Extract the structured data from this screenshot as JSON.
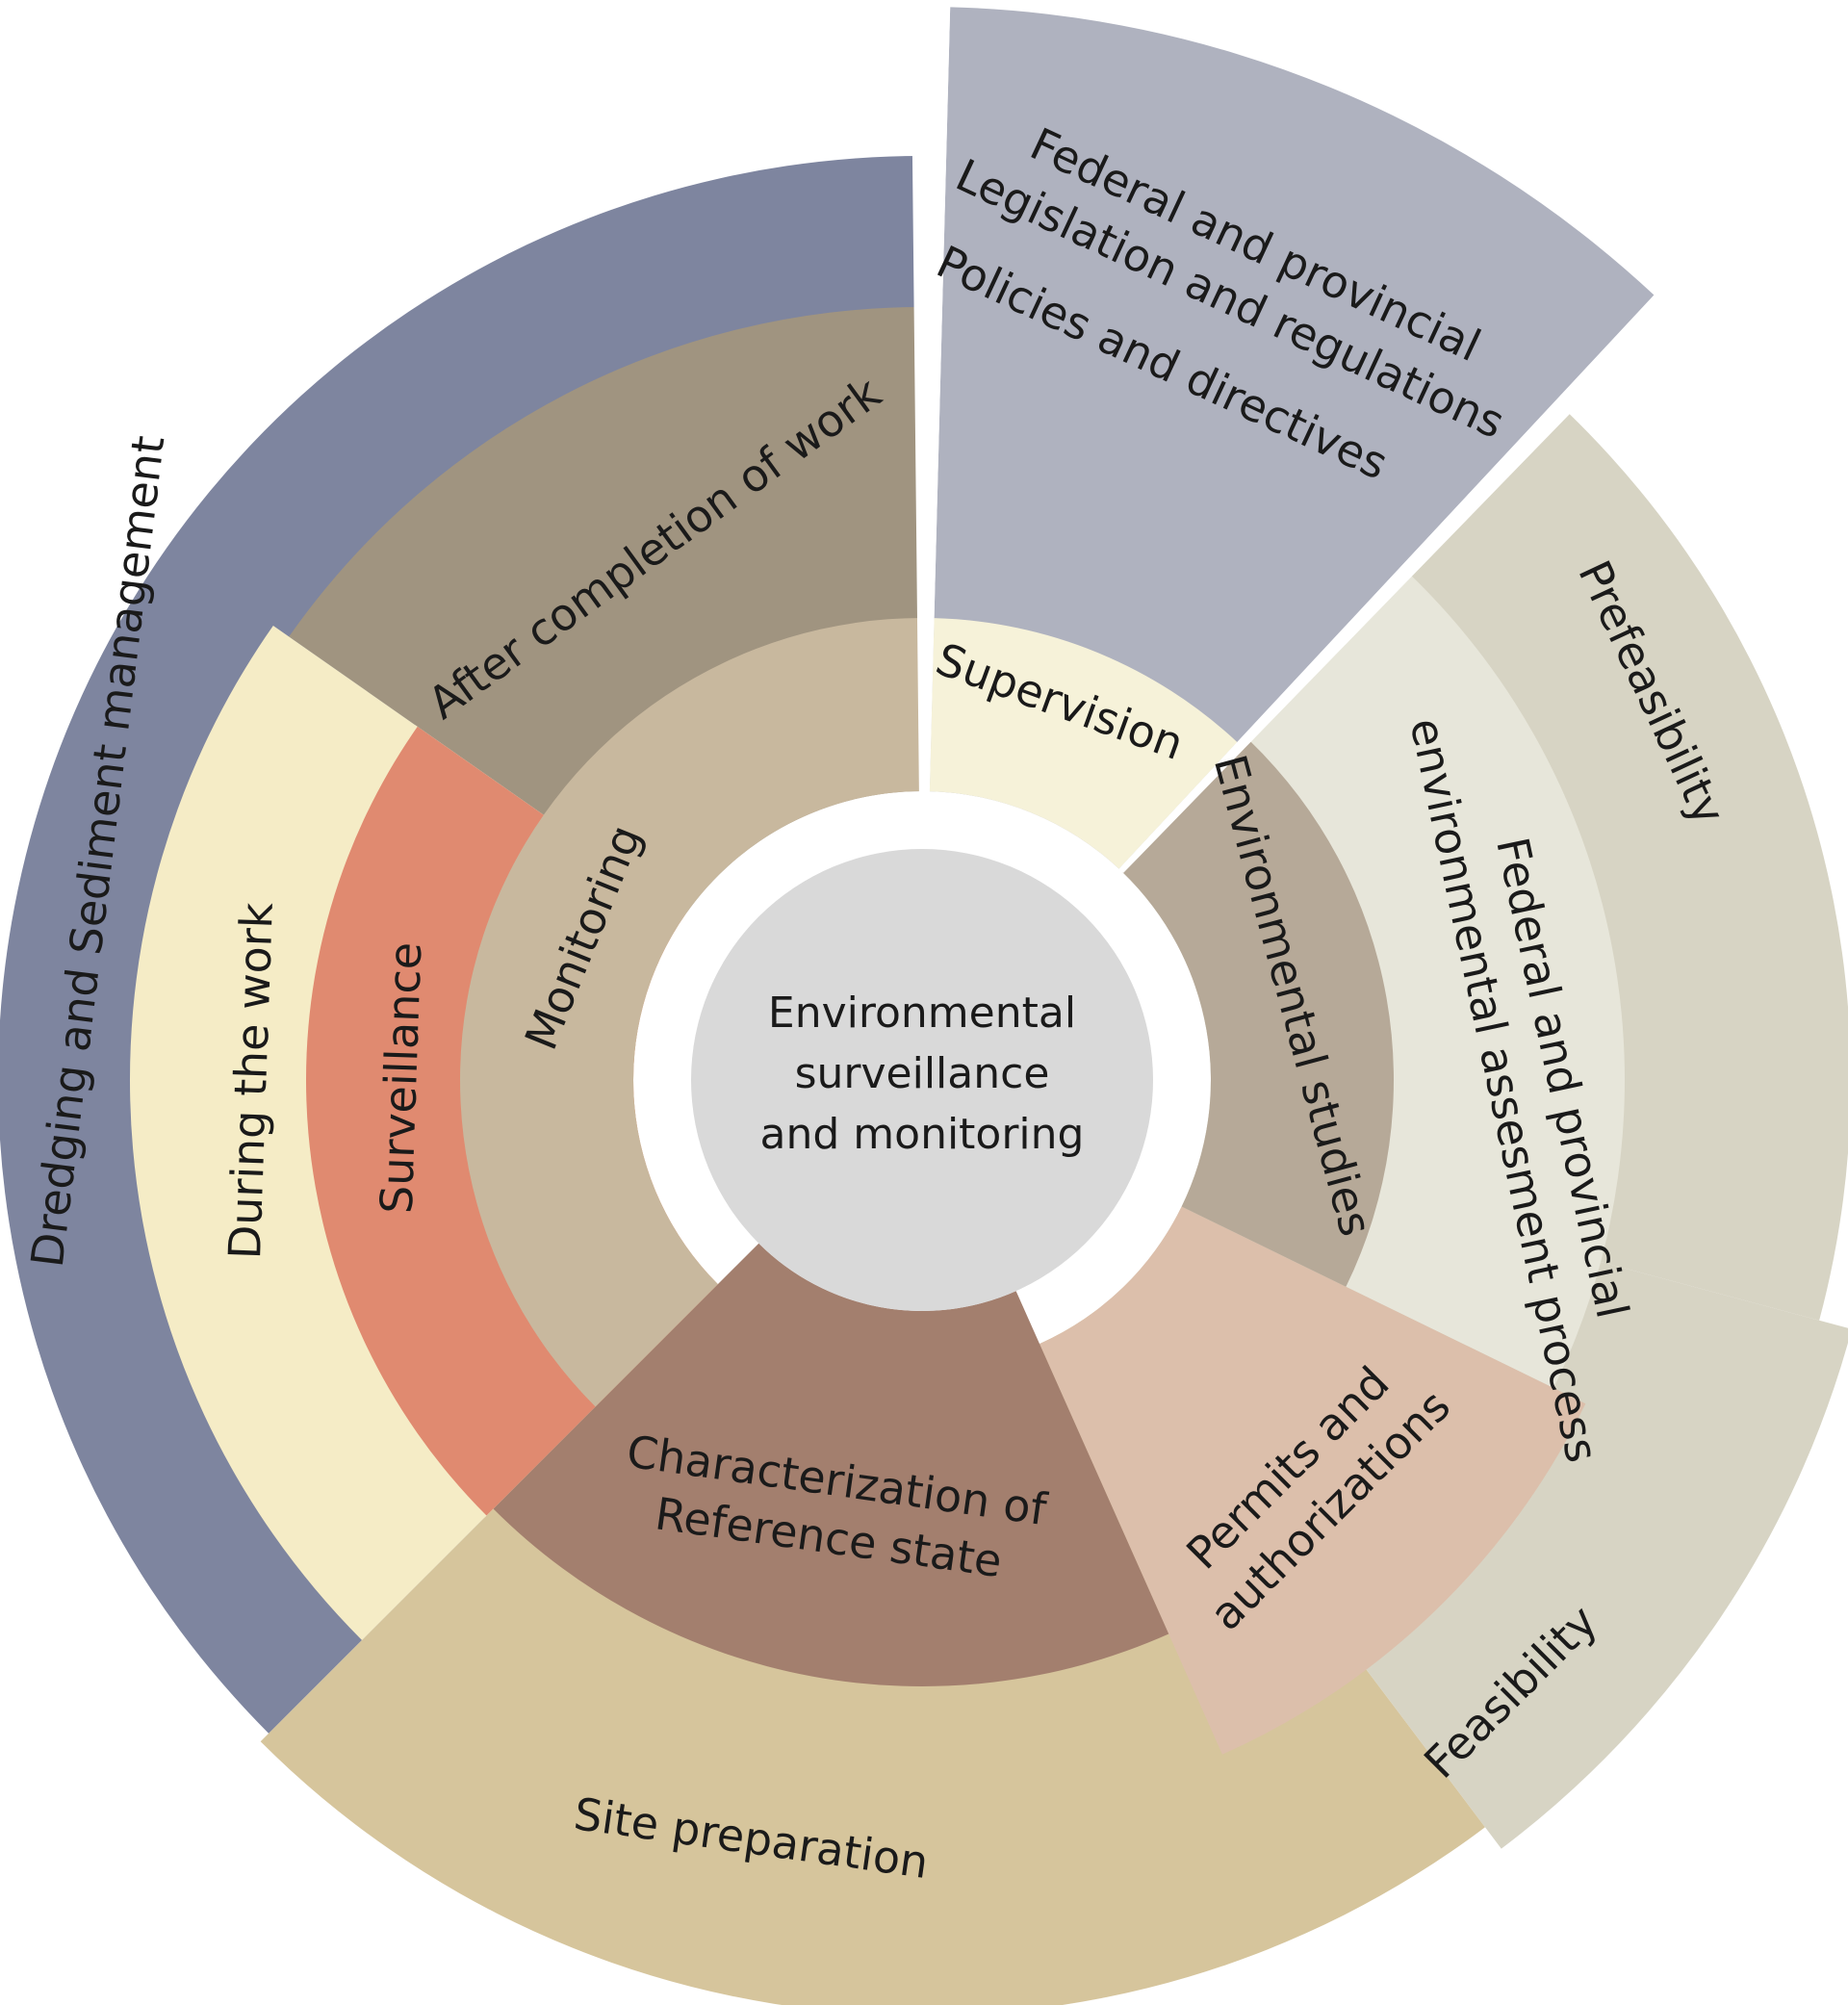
{
  "center": {
    "lines": [
      "Environmental",
      "surveillance",
      "and monitoring"
    ]
  },
  "segments": {
    "dredging": {
      "label": "Dredging and Sediment management",
      "color": "#7e859f"
    },
    "site_prep": {
      "label": "Site preparation",
      "color": "#d6c59c"
    },
    "feasibility": {
      "label": "Feasibility",
      "color": "#d7d4c4"
    },
    "prefeasibility": {
      "label": "Prefeasibility",
      "color": "#d7d4c4"
    },
    "legislation": {
      "color": "#afb2bf",
      "lines": [
        "Federal and provincial",
        "Legislation and regulations",
        "Policies and directives"
      ]
    },
    "after_completion": {
      "label": "After completion of work",
      "color": "#a09480"
    },
    "during_work": {
      "label": "During the work",
      "color": "#f5ecc6"
    },
    "surveillance": {
      "label": "Surveillance",
      "color": "#e08a70"
    },
    "monitoring": {
      "label": "Monitoring",
      "color": "#c8b89e"
    },
    "supervision": {
      "label": "Supervision",
      "color": "#f6f2d9"
    },
    "fed_prov_ea": {
      "color": "#e7e6da",
      "lines": [
        "Federal and provincial",
        "environmental assesment process"
      ]
    },
    "env_studies": {
      "label": "Environmental studies",
      "color": "#b6a998"
    },
    "permits": {
      "color": "#dcbfab",
      "lines": [
        "Permits and",
        "authorizations"
      ]
    },
    "characterization": {
      "color": "#a37f6e",
      "lines": [
        "Characterization of",
        "Reference state"
      ]
    }
  },
  "colors": {
    "background": "#ffffff",
    "center_disc": "#d9d9d9",
    "text": "#1a1a1a"
  }
}
